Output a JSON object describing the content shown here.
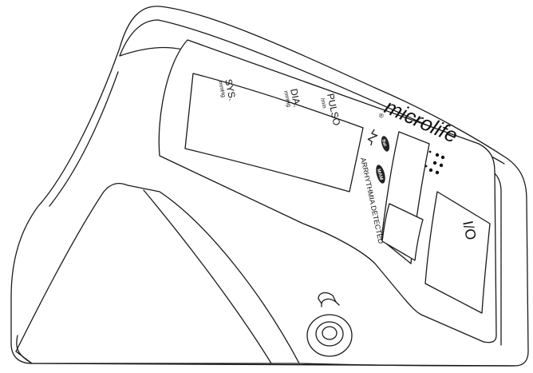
{
  "brand": "microlife",
  "registered_mark": "®",
  "display": {
    "sys_label": "SYS.",
    "sys_unit": "mmHg",
    "dia_label": "DIA.",
    "dia_unit": "mmHg",
    "pulse_label": "PULSO",
    "pulse_unit": "/min"
  },
  "indicators": {
    "arrhythmia_text": "ARRHYTHMIA DETECTED",
    "badge_1": "MAM",
    "badge_2": "Bat"
  },
  "power_button_label": "I/O"
}
